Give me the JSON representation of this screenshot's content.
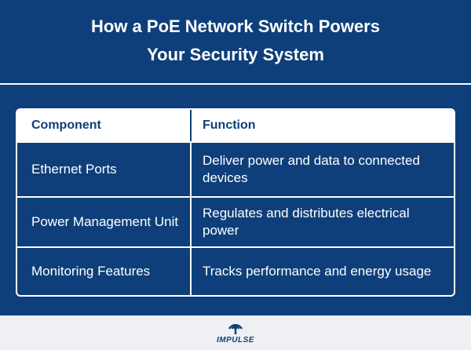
{
  "title": {
    "line1": "How a PoE Network Switch Powers",
    "line2": "Your Security System"
  },
  "table": {
    "headers": [
      "Component",
      "Function"
    ],
    "rows": [
      [
        "Ethernet Ports",
        "Deliver power and data to connected devices"
      ],
      [
        "Power Management Unit",
        "Regulates and distributes electrical power"
      ],
      [
        "Monitoring Features",
        "Tracks performance and energy usage"
      ]
    ]
  },
  "footer": {
    "logo_text": "IMPULSE",
    "logo_icon": "signal-tower-icon"
  },
  "colors": {
    "background": "#0e3f7a",
    "text": "#ffffff",
    "footer_background": "#eef0f4"
  }
}
